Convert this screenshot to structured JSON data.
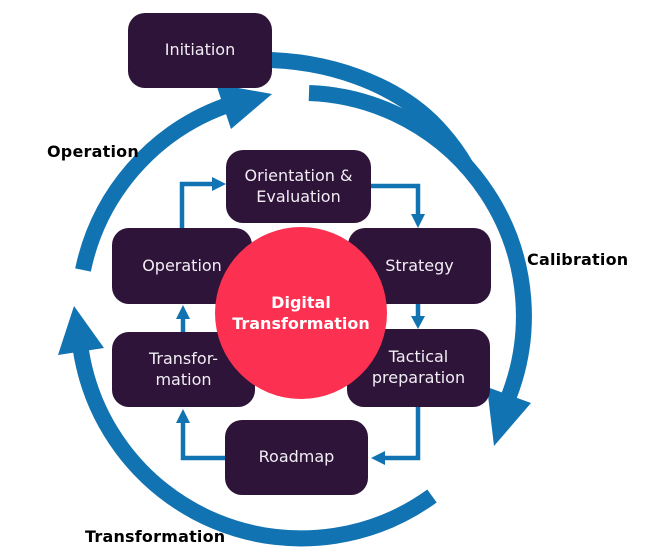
{
  "colors": {
    "arrow_blue": "#1173b1",
    "node_purple": "#2d1438",
    "center_red": "#fc3050",
    "node_text": "#f2edf5",
    "label_black": "#000000",
    "background": "#ffffff"
  },
  "center": {
    "label": "Digital\nTransformation"
  },
  "nodes": {
    "initiation": {
      "label": "Initiation"
    },
    "orientation_evaluation": {
      "label": "Orientation &\nEvaluation"
    },
    "strategy": {
      "label": "Strategy"
    },
    "tactical_preparation": {
      "label": "Tactical\npreparation"
    },
    "roadmap": {
      "label": "Roadmap"
    },
    "transformation": {
      "label": "Transfor-\nmation"
    },
    "operation": {
      "label": "Operation"
    }
  },
  "outer_labels": {
    "operation": "Operation",
    "calibration": "Calibration",
    "transformation": "Transformation"
  },
  "flow_order": [
    "Operation",
    "Orientation & Evaluation",
    "Strategy",
    "Tactical preparation",
    "Roadmap",
    "Transformation"
  ]
}
